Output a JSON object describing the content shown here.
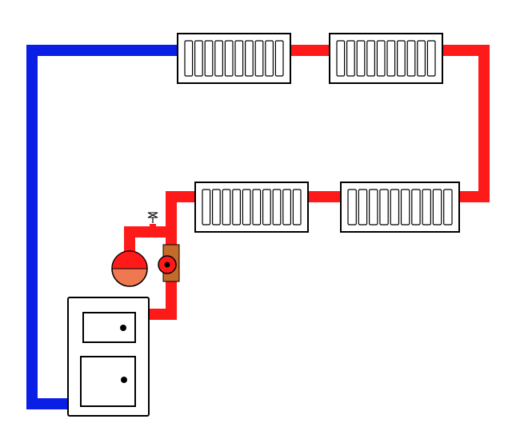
{
  "diagram": {
    "type": "heating-circuit",
    "colors": {
      "supply_pipe": "#ff1a1a",
      "return_pipe": "#0a1ee6",
      "expansion_tank": "#f07850",
      "outline": "#000000",
      "fill": "#ffffff"
    },
    "components": [
      {
        "id": "radiator-1",
        "kind": "radiator",
        "sections": 10
      },
      {
        "id": "radiator-2",
        "kind": "radiator",
        "sections": 10
      },
      {
        "id": "radiator-3",
        "kind": "radiator",
        "sections": 10
      },
      {
        "id": "radiator-4",
        "kind": "radiator",
        "sections": 10
      },
      {
        "id": "boiler",
        "kind": "boiler",
        "doors": 2
      },
      {
        "id": "circulation-pump",
        "kind": "pump"
      },
      {
        "id": "expansion-tank",
        "kind": "tank"
      },
      {
        "id": "air-vent",
        "kind": "valve"
      }
    ],
    "flow": [
      "boiler",
      "circulation-pump",
      "radiator-4",
      "radiator-3",
      "radiator-2",
      "radiator-1",
      "boiler"
    ]
  }
}
